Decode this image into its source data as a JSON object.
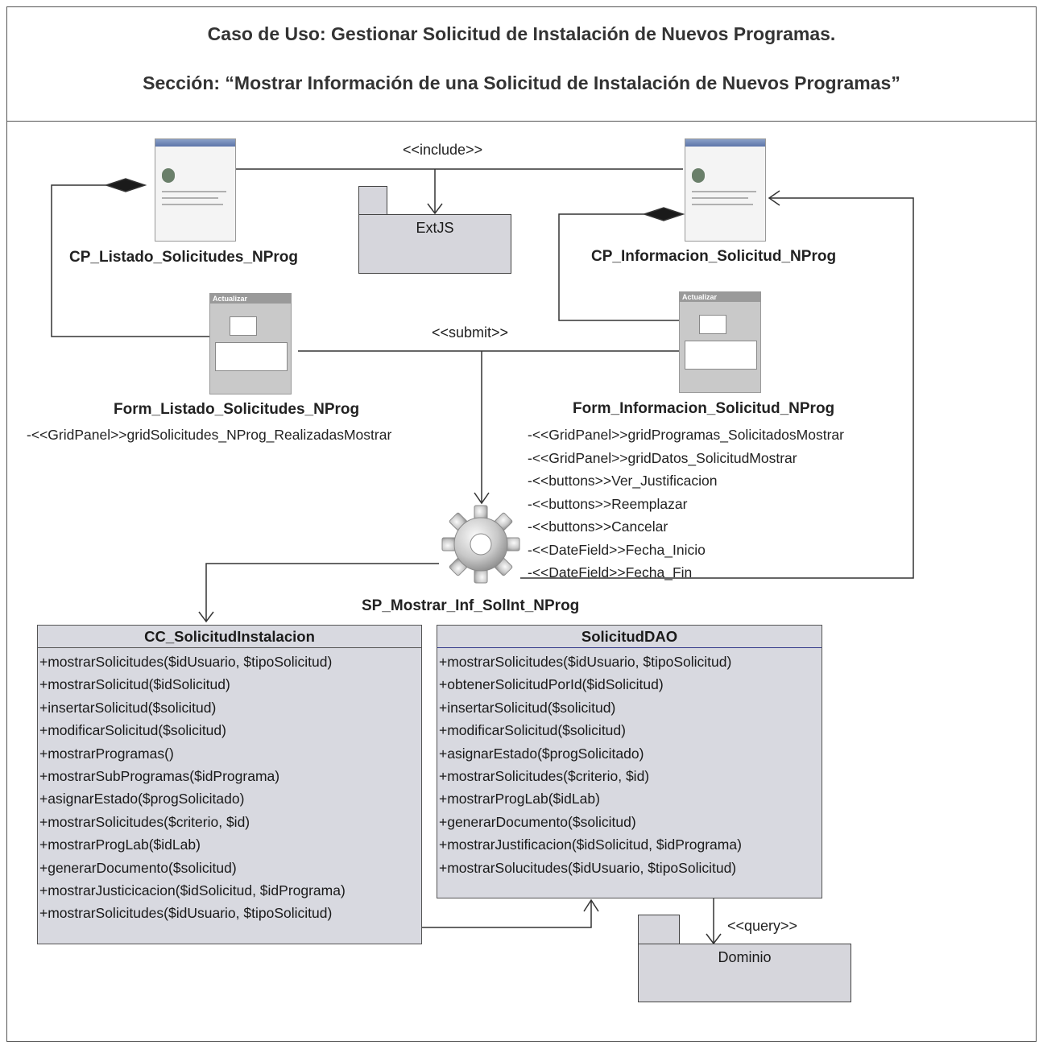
{
  "header": {
    "title": "Caso de Uso: Gestionar Solicitud de Instalación de Nuevos Programas.",
    "section": "Sección: “Mostrar Información de una Solicitud de Instalación de Nuevos Programas”"
  },
  "stereotypes": {
    "include": "<<include>>",
    "submit": "<<submit>>",
    "query": "<<query>>"
  },
  "packages": {
    "extjs": "ExtJS",
    "dominio": "Dominio"
  },
  "pages": {
    "cp_listado": "CP_Listado_Solicitudes_NProg",
    "cp_informacion": "CP_Informacion_Solicitud_NProg",
    "form_listado": "Form_Listado_Solicitudes_NProg",
    "form_informacion": "Form_Informacion_Solicitud_NProg",
    "sp_mostrar": "SP_Mostrar_Inf_SolInt_NProg"
  },
  "form_listado_attrs": [
    "-<<GridPanel>>gridSolicitudes_NProg_RealizadasMostrar"
  ],
  "form_informacion_attrs": [
    "-<<GridPanel>>gridProgramas_SolicitadosMostrar",
    "-<<GridPanel>>gridDatos_SolicitudMostrar",
    "-<<buttons>>Ver_Justificacion",
    "-<<buttons>>Reemplazar",
    "-<<buttons>>Cancelar",
    "-<<DateField>>Fecha_Inicio",
    "-<<DateField>>Fecha_Fin"
  ],
  "classes": {
    "cc": {
      "name": "CC_SolicitudInstalacion",
      "ops": [
        "+mostrarSolicitudes($idUsuario, $tipoSolicitud)",
        "+mostrarSolicitud($idSolicitud)",
        "+insertarSolicitud($solicitud)",
        "+modificarSolicitud($solicitud)",
        "+mostrarProgramas()",
        "+mostrarSubProgramas($idPrograma)",
        "+asignarEstado($progSolicitado)",
        "+mostrarSolicitudes($criterio, $id)",
        "+mostrarProgLab($idLab)",
        "+generarDocumento($solicitud)",
        "+mostrarJusticicacion($idSolicitud, $idPrograma)",
        "+mostrarSolicitudes($idUsuario, $tipoSolicitud)"
      ]
    },
    "dao": {
      "name": "SolicitudDAO",
      "ops": [
        "+mostrarSolicitudes($idUsuario, $tipoSolicitud)",
        "+obtenerSolicitudPorId($idSolicitud)",
        "+insertarSolicitud($solicitud)",
        "+modificarSolicitud($solicitud)",
        "+asignarEstado($progSolicitado)",
        "+mostrarSolicitudes($criterio, $id)",
        "+mostrarProgLab($idLab)",
        "+generarDocumento($solicitud)",
        "+mostrarJustificacion($idSolicitud, $idPrograma)",
        "+mostrarSolucitudes($idUsuario, $tipoSolicitud)"
      ]
    }
  },
  "form_thumbnail_title": "Actualizar",
  "icons": {
    "client_page": "client-page-icon",
    "form": "form-icon",
    "server_page": "gear-icon"
  },
  "colors": {
    "class_fill": "#d8d9e0",
    "package_fill": "#d6d6dc"
  }
}
